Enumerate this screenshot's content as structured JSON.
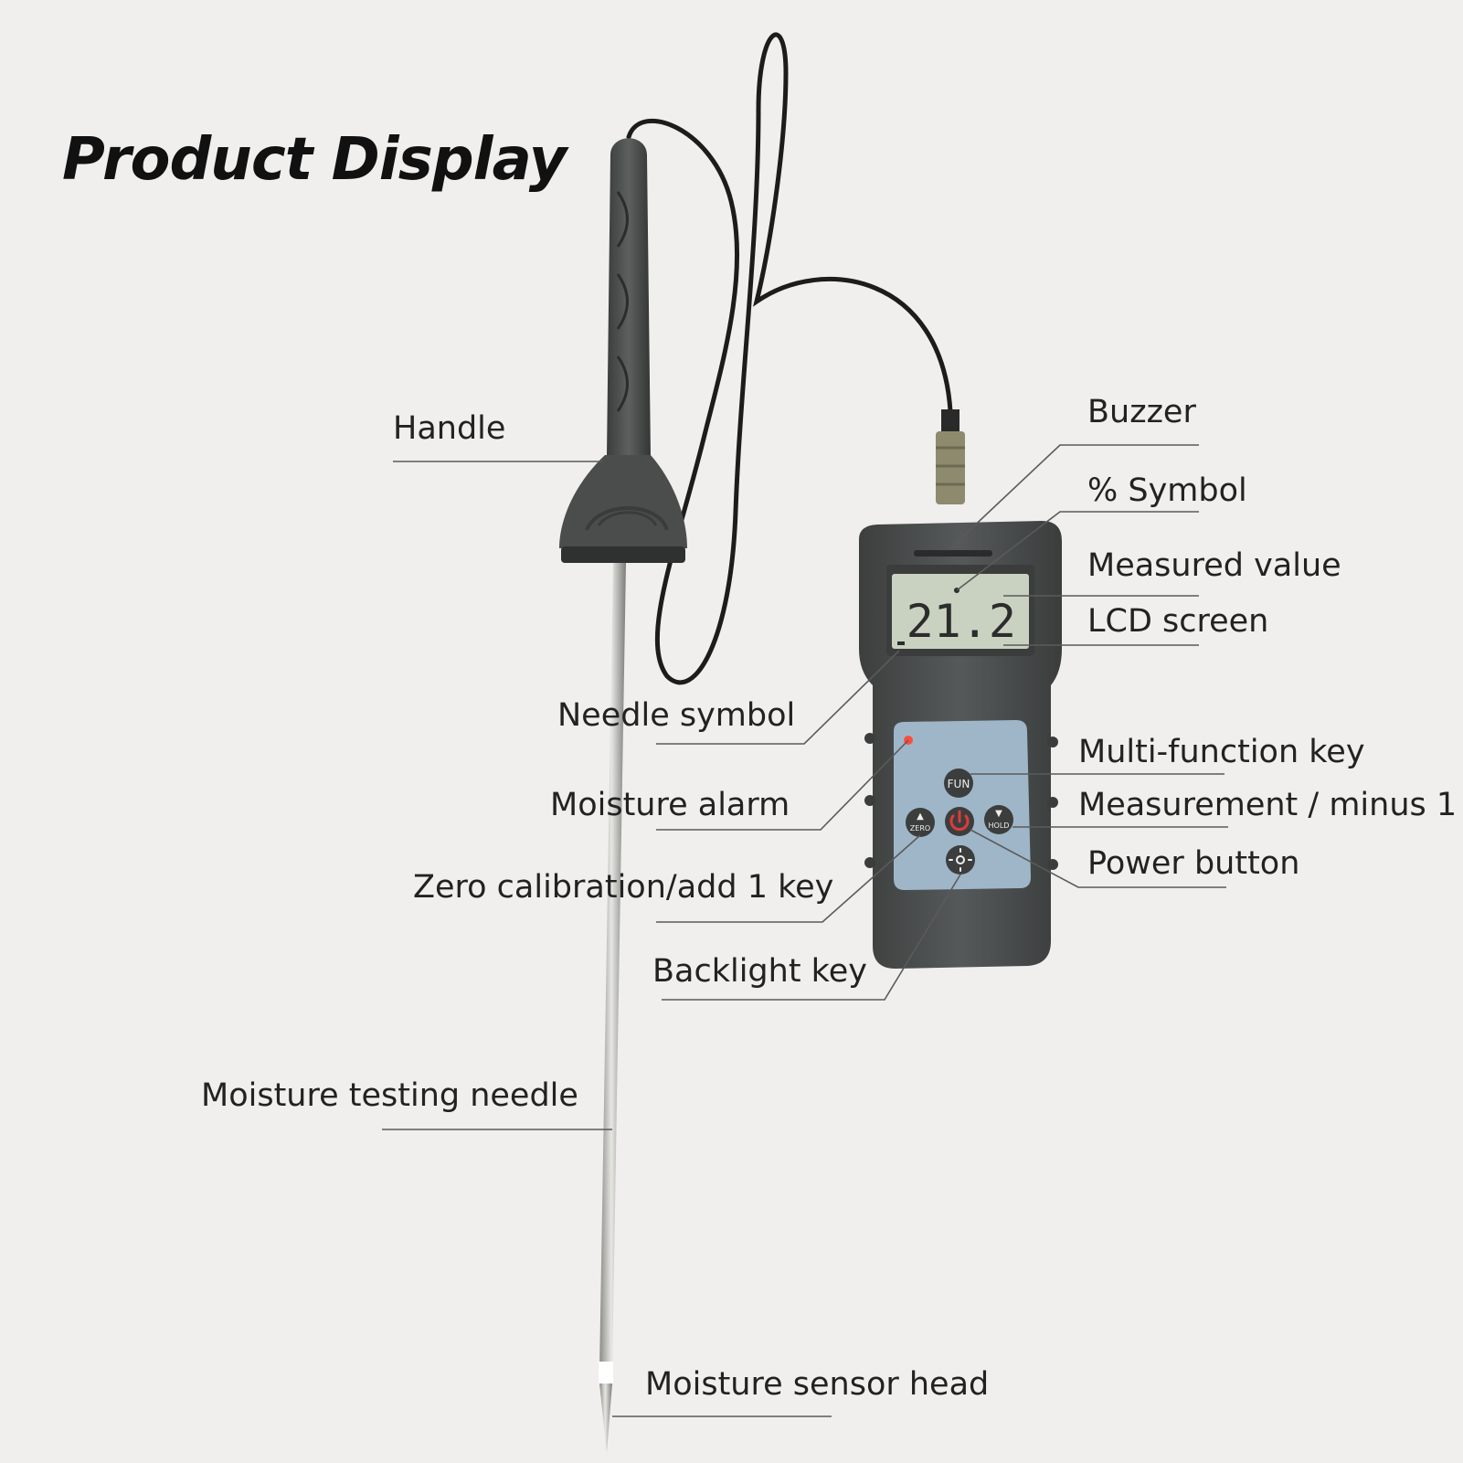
{
  "title": "Product Display",
  "device": {
    "lcd_value": "21.2",
    "keys": {
      "fun": "FUN",
      "zero": "ZERO",
      "hold": "HOLD"
    }
  },
  "callouts": {
    "handle": "Handle",
    "buzzer": "Buzzer",
    "percent_symbol": "% Symbol",
    "measured_value": "Measured value",
    "lcd_screen": "LCD screen",
    "needle_symbol": "Needle symbol",
    "multi_function_key": "Multi-function key",
    "moisture_alarm": "Moisture alarm",
    "measurement_minus_1": "Measurement / minus 1",
    "power_button": "Power button",
    "zero_calibration_add_1_key": "Zero calibration/add 1 key",
    "backlight_key": "Backlight key",
    "moisture_testing_needle": "Moisture testing needle",
    "moisture_sensor_head": "Moisture sensor head"
  },
  "colors": {
    "background": "#f0efed",
    "device_body": "#4a4d4b",
    "lcd": "#c9d2c1",
    "keypad": "#9fb6c9",
    "power_accent": "#e03a3a",
    "alarm_led": "#ff4d3d",
    "leader_line": "#5a5a5a"
  }
}
